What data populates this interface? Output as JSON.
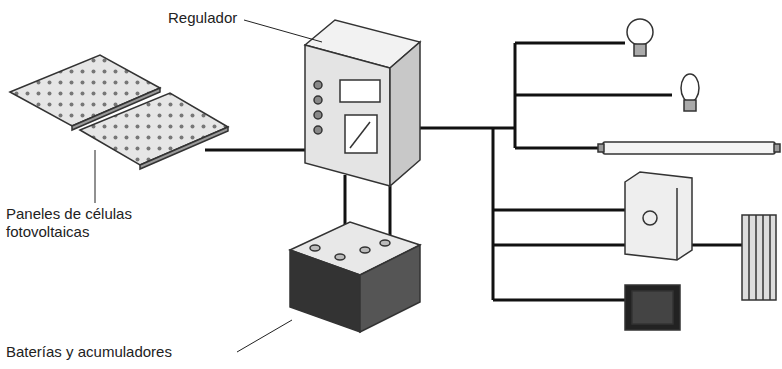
{
  "diagram": {
    "labels": [
      "Regulador",
      "Paneles de células fotovoltaicas",
      "Baterías y acumuladores"
    ]
  }
}
